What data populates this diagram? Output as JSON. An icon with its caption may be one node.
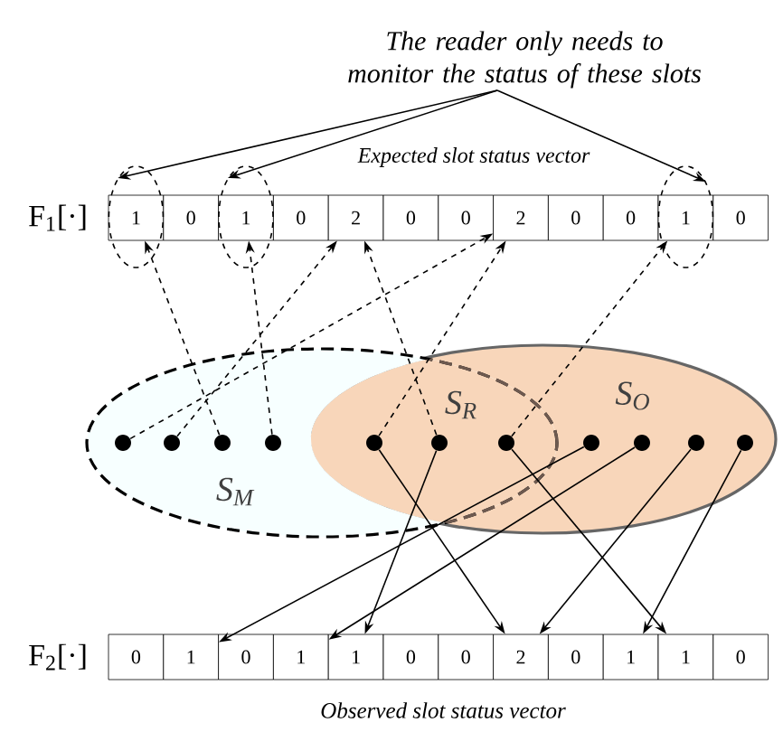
{
  "diagram": {
    "nodes": [
      {
        "text": [
          "The reader only needs to monitor the status of these slots"
        ]
      },
      {
        "text": [],
        "shape": "circle"
      },
      {
        "text": [],
        "shape": "circle"
      },
      {
        "text": [],
        "shape": "circle"
      },
      {
        "text": [
          "1"
        ],
        "in": 1
      },
      {
        "text": [
          "0"
        ]
      },
      {
        "text": [
          "1"
        ],
        "in": 2
      },
      {
        "text": [
          "0"
        ]
      },
      {
        "text": [
          "2"
        ]
      },
      {
        "text": [
          "0"
        ]
      },
      {
        "text": [
          "0"
        ]
      },
      {
        "text": [
          "2"
        ]
      },
      {
        "text": [
          "0"
        ]
      },
      {
        "text": [
          "0"
        ]
      },
      {
        "text": [
          "1"
        ],
        "in": 3
      },
      {
        "text": [
          "0"
        ]
      },
      {
        "text": [
          "S$_{M}$"
        ]
      },
      {
        "text": [
          "S$_{O}$"
        ]
      },
      {
        "text": [],
        "shape": "circle",
        "in": 16
      },
      {
        "text": [],
        "shape": "circle",
        "in": 16
      },
      {
        "text": [],
        "shape": "circle",
        "in": 16
      },
      {
        "text": [],
        "shape": "circle",
        "in": 16
      },
      {
        "text": [],
        "shape": "circle"
      },
      {
        "text": [],
        "shape": "circle"
      },
      {
        "text": [],
        "shape": "circle"
      },
      {
        "text": [],
        "shape": "circle",
        "in": 17
      },
      {
        "text": [],
        "shape": "circle",
        "in": 17
      },
      {
        "text": [],
        "shape": "circle",
        "in": 17
      },
      {
        "text": [],
        "shape": "circle",
        "in": 17
      },
      {
        "text": [
          "0"
        ]
      },
      {
        "text": [
          "1"
        ]
      },
      {
        "text": [
          "0"
        ]
      },
      {
        "text": [
          "1"
        ]
      },
      {
        "text": [
          "1"
        ]
      },
      {
        "text": [
          "0"
        ]
      },
      {
        "text": [
          "0"
        ]
      },
      {
        "text": [
          "2"
        ]
      },
      {
        "text": [
          "0"
        ]
      },
      {
        "text": [
          "1"
        ]
      },
      {
        "text": [
          "1"
        ]
      },
      {
        "text": [
          "0"
        ]
      }
    ],
    "edges": [
      {
        "from": 0,
        "to": 1,
        "arrow": "to"
      },
      {
        "from": 0,
        "to": 2,
        "arrow": "to"
      },
      {
        "from": 0,
        "to": 3,
        "arrow": "to"
      },
      {
        "from": 18,
        "to": 11,
        "arrow": "to",
        "style": "dashed"
      },
      {
        "from": 19,
        "to": 8,
        "arrow": "to",
        "style": "dashed"
      },
      {
        "from": 20,
        "to": 4,
        "arrow": "to",
        "style": "dashed"
      },
      {
        "from": 21,
        "to": 6,
        "arrow": "to",
        "style": "dashed"
      },
      {
        "from": 22,
        "to": 11,
        "arrow": "to",
        "style": "dashed"
      },
      {
        "from": 23,
        "to": 8,
        "arrow": "to",
        "style": "dashed"
      },
      {
        "from": 24,
        "to": 14,
        "arrow": "to",
        "style": "dashed"
      },
      {
        "from": 22,
        "to": 36,
        "arrow": "to"
      },
      {
        "from": 23,
        "to": 33,
        "arrow": "to"
      },
      {
        "from": 24,
        "to": 39,
        "arrow": "to"
      },
      {
        "from": 25,
        "to": 30,
        "arrow": "to"
      },
      {
        "from": 26,
        "to": 32,
        "arrow": "to"
      },
      {
        "from": 27,
        "to": 36,
        "arrow": "to"
      },
      {
        "from": 28,
        "to": 38,
        "arrow": "to"
      }
    ],
    "labels": [
      "Expected slot status vector",
      "F$_{1}$[·]",
      "S$_{R}$",
      "F$_{2}$[·]",
      "Observed slot status vector"
    ]
  }
}
